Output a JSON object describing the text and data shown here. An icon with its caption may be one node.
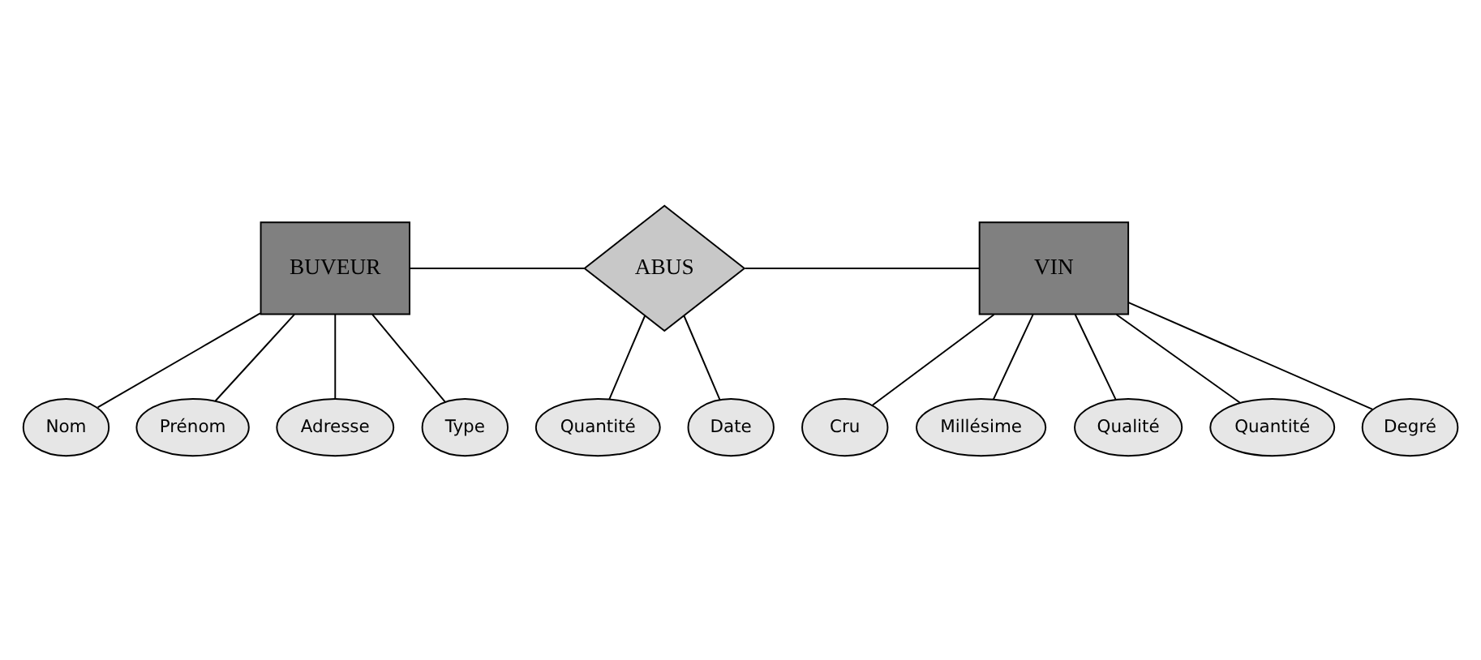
{
  "diagram": {
    "nodes": [
      {
        "text": [
          "BUVEUR"
        ]
      },
      {
        "text": [
          "ABUS"
        ]
      },
      {
        "text": [
          "VIN"
        ]
      },
      {
        "text": [
          "Nom"
        ]
      },
      {
        "text": [
          "Prénom"
        ]
      },
      {
        "text": [
          "Adresse"
        ]
      },
      {
        "text": [
          "Type"
        ]
      },
      {
        "text": [
          "Quantité"
        ]
      },
      {
        "text": [
          "Date"
        ]
      },
      {
        "text": [
          "Cru"
        ]
      },
      {
        "text": [
          "Millésime"
        ]
      },
      {
        "text": [
          "Qualité"
        ]
      },
      {
        "text": [
          "Quantité"
        ]
      },
      {
        "text": [
          "Degré"
        ]
      }
    ],
    "edges": [
      {
        "from": 0,
        "to": 1,
        "arrow": "none"
      },
      {
        "from": 1,
        "to": 2,
        "arrow": "none"
      },
      {
        "from": 0,
        "to": 3,
        "arrow": "none"
      },
      {
        "from": 0,
        "to": 4,
        "arrow": "none"
      },
      {
        "from": 0,
        "to": 5,
        "arrow": "none"
      },
      {
        "from": 0,
        "to": 6,
        "arrow": "none"
      },
      {
        "from": 1,
        "to": 7,
        "arrow": "none"
      },
      {
        "from": 1,
        "to": 8,
        "arrow": "none"
      },
      {
        "from": 2,
        "to": 9,
        "arrow": "none"
      },
      {
        "from": 2,
        "to": 10,
        "arrow": "none"
      },
      {
        "from": 2,
        "to": 11,
        "arrow": "none"
      },
      {
        "from": 2,
        "to": 12,
        "arrow": "none"
      },
      {
        "from": 2,
        "to": 13,
        "arrow": "none"
      }
    ]
  }
}
